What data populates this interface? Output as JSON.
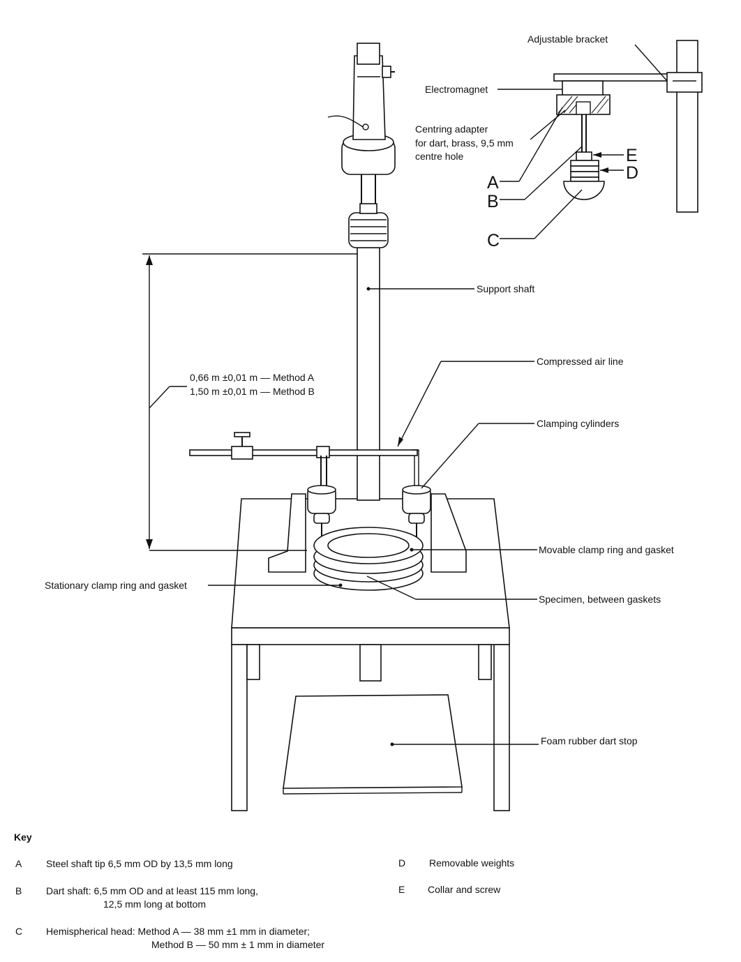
{
  "labels": {
    "adjustable_bracket": "Adjustable bracket",
    "electromagnet": "Electromagnet",
    "centring_adapter": [
      "Centring adapter",
      "for dart, brass, 9,5 mm",
      "centre hole"
    ],
    "support_shaft": "Support shaft",
    "compressed_air_line": "Compressed air line",
    "clamping_cylinders": "Clamping cylinders",
    "movable_clamp": "Movable clamp ring and gasket",
    "stationary_clamp": "Stationary clamp ring and gasket",
    "specimen": "Specimen, between gaskets",
    "foam_stop": "Foam rubber dart stop",
    "height_a": "0,66 m ±0,01 m — Method A",
    "height_b": "1,50 m ±0,01 m — Method B",
    "callouts": {
      "a": "A",
      "b": "B",
      "c": "C",
      "d": "D",
      "e": "E"
    }
  },
  "key": {
    "title": "Key",
    "items": [
      {
        "letter": "A",
        "text": "Steel shaft tip 6,5 mm OD by 13,5 mm long"
      },
      {
        "letter": "B",
        "text": "Dart shaft: 6,5 mm OD and at least 115 mm long,",
        "text2": "12,5 mm long at bottom"
      },
      {
        "letter": "C",
        "text": "Hemispherical head: Method A — 38 mm ±1 mm in diameter;",
        "text2": "Method B — 50 mm ± 1 mm in diameter"
      },
      {
        "letter": "D",
        "text": "Removable weights"
      },
      {
        "letter": "E",
        "text": "Collar and screw"
      }
    ]
  }
}
